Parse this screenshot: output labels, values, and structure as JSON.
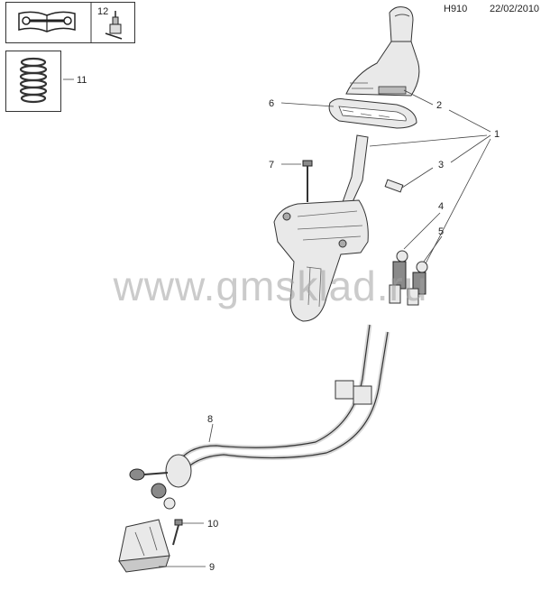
{
  "header": {
    "code": "H910",
    "date": "22/02/2010"
  },
  "toolbox": {
    "label": "12"
  },
  "springbox": {
    "label": "11"
  },
  "watermark": "www.gmsklad.ru",
  "callouts": {
    "c1": "1",
    "c2": "2",
    "c3": "3",
    "c4": "4",
    "c5": "5",
    "c6": "6",
    "c7": "7",
    "c8": "8",
    "c9": "9",
    "c10": "10"
  }
}
